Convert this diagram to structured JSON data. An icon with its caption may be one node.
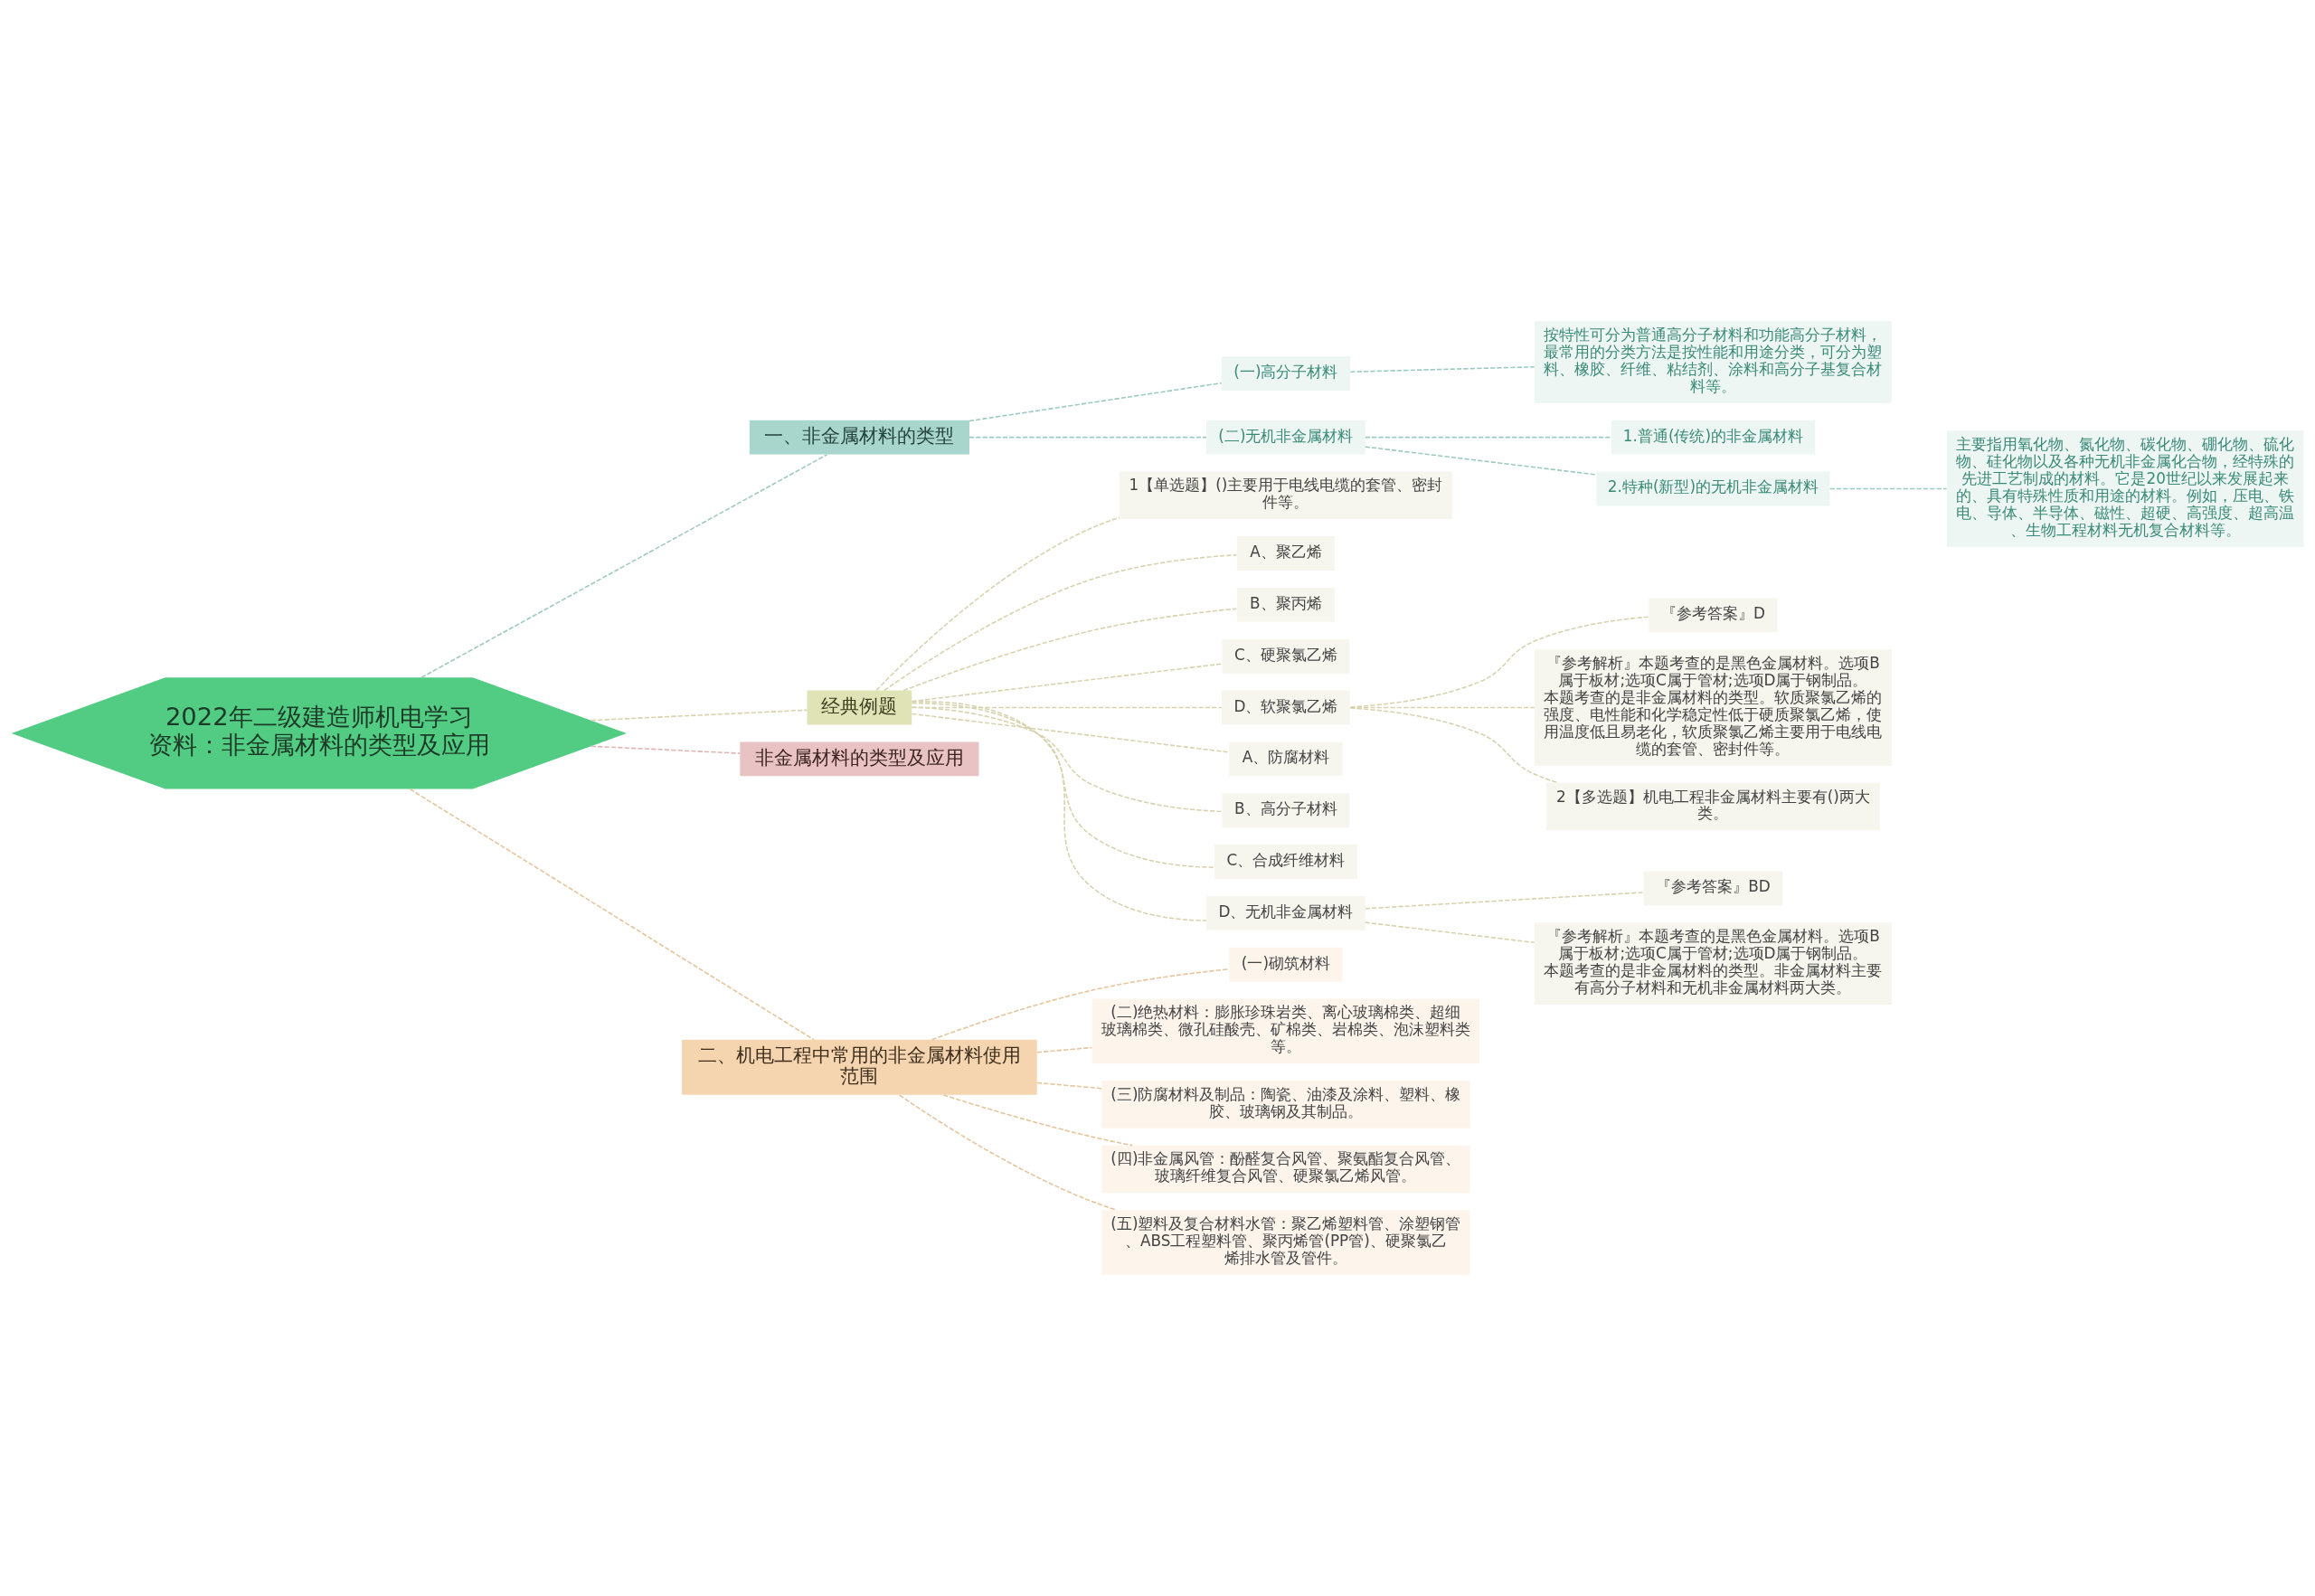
{
  "diagram": {
    "nodes": [
      {
        "text": [
          "2022年二级建造师机电学习资料：非金属材料的类型及应用"
        ]
      },
      {
        "text": [
          "一、非金属材料的类型"
        ]
      },
      {
        "text": [
          "(一)高分子材料"
        ]
      },
      {
        "text": [
          "按特性可分为普通高分子材料和功能高分子材料，最常用的分类方法是按性能和用途分类，可分为塑料、橡胶、纤维、粘结剂、涂料和高分子基复合材料等。"
        ]
      },
      {
        "text": [
          "(二)无机非金属材料"
        ]
      },
      {
        "text": [
          "1.普通(传统)的非金属材料"
        ]
      },
      {
        "text": [
          "2.特种(新型)的无机非金属材料"
        ]
      },
      {
        "text": [
          "主要指用氧化物、氮化物、碳化物、硼化物、硫化物、硅化物以及各种无机非金属化合物，经特殊的先进工艺制成的材料。它是20世纪以来发展起来的、具有特殊性质和用途的材料。例如，压电、铁电、导体、半导体、磁性、超硬、高强度、超高温、生物工程材料无机复合材料等。"
        ]
      },
      {
        "text": [
          "经典例题"
        ]
      },
      {
        "text": [
          "1【单选题】()主要用于电线电缆的套管、密封件等。"
        ]
      },
      {
        "text": [
          "A、聚乙烯"
        ]
      },
      {
        "text": [
          "B、聚丙烯"
        ]
      },
      {
        "text": [
          "C、硬聚氯乙烯"
        ]
      },
      {
        "text": [
          "D、软聚氯乙烯"
        ]
      },
      {
        "text": [
          "『参考答案』D"
        ]
      },
      {
        "text": [
          "『参考解析』本题考查的是黑色金属材料。选项B属于板材;选项C属于管材;选项D属于钢制品。本题考查的是非金属材料的类型。软质聚氯乙烯的强度、电性能和化学稳定性低于硬质聚氯乙烯，使用温度低且易老化，软质聚氯乙烯主要用于电线电缆的套管、密封件等。"
        ]
      },
      {
        "text": [
          "2【多选题】机电工程非金属材料主要有()两大类。"
        ]
      },
      {
        "text": [
          "A、防腐材料"
        ]
      },
      {
        "text": [
          "B、高分子材料"
        ]
      },
      {
        "text": [
          "C、合成纤维材料"
        ]
      },
      {
        "text": [
          "D、无机非金属材料"
        ]
      },
      {
        "text": [
          "『参考答案』BD"
        ]
      },
      {
        "text": [
          "『参考解析』本题考查的是黑色金属材料。选项B属于板材;选项C属于管材;选项D属于钢制品。本题考查的是非金属材料的类型。非金属材料主要有高分子材料和无机非金属材料两大类。"
        ]
      },
      {
        "text": [
          "非金属材料的类型及应用"
        ]
      },
      {
        "text": [
          "二、机电工程中常用的非金属材料使用范围"
        ]
      },
      {
        "text": [
          "(一)砌筑材料"
        ]
      },
      {
        "text": [
          "(二)绝热材料：膨胀珍珠岩类、离心玻璃棉类、超细玻璃棉类、微孔硅酸壳、矿棉类、岩棉类、泡沫塑料类等。"
        ]
      },
      {
        "text": [
          "(三)防腐材料及制品：陶瓷、油漆及涂料、塑料、橡胶、玻璃钢及其制品。"
        ]
      },
      {
        "text": [
          "(四)非金属风管：酚醛复合风管、聚氨酯复合风管、玻璃纤维复合风管、硬聚氯乙烯风管。"
        ]
      },
      {
        "text": [
          "(五)塑料及复合材料水管：聚乙烯塑料管、涂塑钢管、ABS工程塑料管、聚丙烯管(PP管)、硬聚氯乙烯排水管及管件。"
        ]
      }
    ],
    "edges": [
      {
        "from": 0,
        "to": 1,
        "arrow": "none",
        "style": "dashed",
        "color": "#9ccac1"
      },
      {
        "from": 1,
        "to": 2,
        "arrow": "none",
        "style": "dashed",
        "color": "#9ccac1"
      },
      {
        "from": 2,
        "to": 3,
        "arrow": "none",
        "style": "dashed",
        "color": "#9ccac1"
      },
      {
        "from": 1,
        "to": 4,
        "arrow": "none",
        "style": "dashed",
        "color": "#9ccac1"
      },
      {
        "from": 4,
        "to": 5,
        "arrow": "none",
        "style": "dashed",
        "color": "#9ccac1"
      },
      {
        "from": 4,
        "to": 6,
        "arrow": "none",
        "style": "dashed",
        "color": "#9ccac1"
      },
      {
        "from": 6,
        "to": 7,
        "arrow": "none",
        "style": "dashed",
        "color": "#9ccac1"
      },
      {
        "from": 0,
        "to": 8,
        "arrow": "none",
        "style": "dashed"
      },
      {
        "from": 8,
        "to": 9,
        "arrow": "none",
        "style": "dashed"
      },
      {
        "from": 8,
        "to": 10,
        "arrow": "none",
        "style": "dashed"
      },
      {
        "from": 8,
        "to": 11,
        "arrow": "none",
        "style": "dashed"
      },
      {
        "from": 8,
        "to": 12,
        "arrow": "none",
        "style": "dashed"
      },
      {
        "from": 8,
        "to": 13,
        "arrow": "none",
        "style": "dashed"
      },
      {
        "from": 13,
        "to": 14,
        "arrow": "none",
        "style": "dashed"
      },
      {
        "from": 13,
        "to": 15,
        "arrow": "none",
        "style": "dashed"
      },
      {
        "from": 13,
        "to": 16,
        "arrow": "none",
        "style": "dashed"
      },
      {
        "from": 8,
        "to": 17,
        "arrow": "none",
        "style": "dashed"
      },
      {
        "from": 8,
        "to": 18,
        "arrow": "none",
        "style": "dashed"
      },
      {
        "from": 8,
        "to": 19,
        "arrow": "none",
        "style": "dashed"
      },
      {
        "from": 8,
        "to": 20,
        "arrow": "none",
        "style": "dashed"
      },
      {
        "from": 20,
        "to": 21,
        "arrow": "none",
        "style": "dashed"
      },
      {
        "from": 20,
        "to": 22,
        "arrow": "none",
        "style": "dashed"
      },
      {
        "from": 0,
        "to": 23,
        "arrow": "none",
        "style": "dashed",
        "color": "#e2b4b4"
      },
      {
        "from": 0,
        "to": 24,
        "arrow": "none",
        "style": "dashed",
        "color": "#e6c49c"
      },
      {
        "from": 24,
        "to": 25,
        "arrow": "none",
        "style": "dashed",
        "color": "#e6c49c"
      },
      {
        "from": 24,
        "to": 26,
        "arrow": "none",
        "style": "dashed",
        "color": "#e6c49c"
      },
      {
        "from": 24,
        "to": 27,
        "arrow": "none",
        "style": "dashed",
        "color": "#e6c49c"
      },
      {
        "from": 24,
        "to": 28,
        "arrow": "none",
        "style": "dashed",
        "color": "#e6c49c"
      },
      {
        "from": 24,
        "to": 29,
        "arrow": "none",
        "style": "dashed",
        "color": "#e6c49c"
      }
    ]
  }
}
